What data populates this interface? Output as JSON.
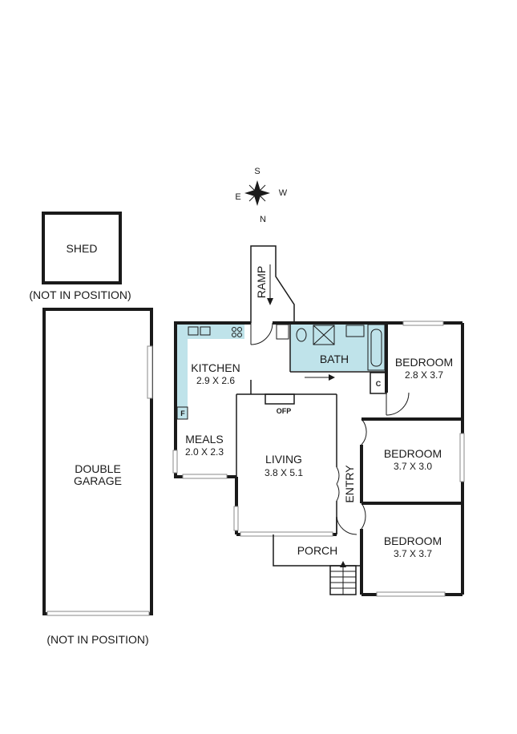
{
  "compass": {
    "s": "S",
    "e": "E",
    "w": "W",
    "n": "N"
  },
  "shed": {
    "label": "SHED",
    "note": "(NOT IN POSITION)"
  },
  "garage": {
    "label_line1": "DOUBLE",
    "label_line2": "GARAGE",
    "note": "(NOT IN POSITION)"
  },
  "ramp": {
    "label": "RAMP"
  },
  "rooms": {
    "kitchen": {
      "name": "KITCHEN",
      "dims": "2.9 X 2.6"
    },
    "meals": {
      "name": "MEALS",
      "dims": "2.0 X 2.3"
    },
    "living": {
      "name": "LIVING",
      "dims": "3.8 X 5.1"
    },
    "bath": {
      "name": "BATH"
    },
    "bedroom1": {
      "name": "BEDROOM",
      "dims": "2.8 X 3.7"
    },
    "bedroom2": {
      "name": "BEDROOM",
      "dims": "3.7 X 3.0"
    },
    "bedroom3": {
      "name": "BEDROOM",
      "dims": "3.7 X 3.7"
    },
    "entry": {
      "name": "ENTRY"
    },
    "porch": {
      "name": "PORCH"
    }
  },
  "fixtures": {
    "ofp": "OFP",
    "fridge": "F",
    "cupboard": "C"
  },
  "colors": {
    "wet_area": "#bfe3ea",
    "wall": "#1a1a1a"
  }
}
